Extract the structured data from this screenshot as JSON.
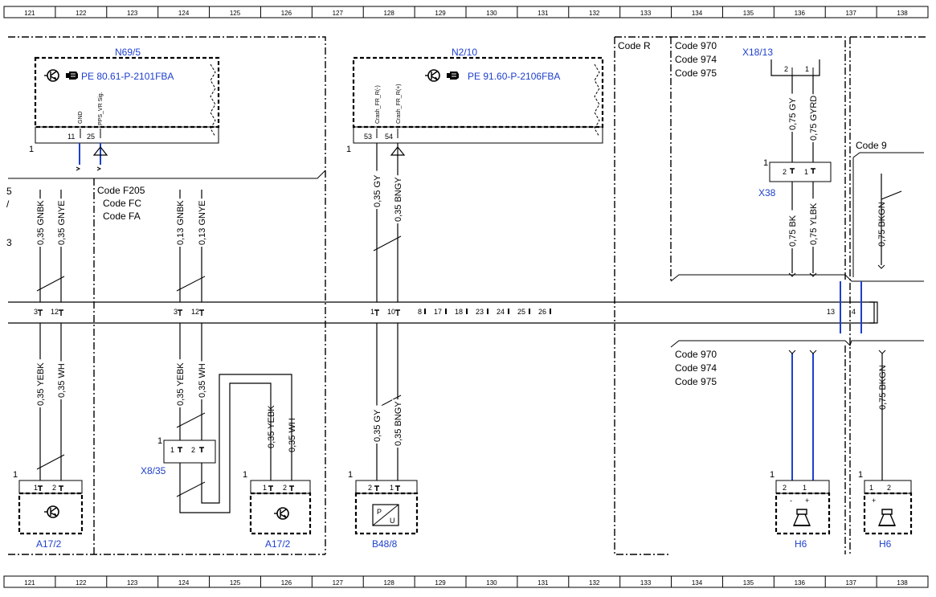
{
  "grid_numbers": [
    "121",
    "122",
    "123",
    "124",
    "125",
    "126",
    "127",
    "128",
    "129",
    "130",
    "131",
    "132",
    "133",
    "134",
    "135",
    "136",
    "137",
    "138"
  ],
  "components": {
    "n69_5": {
      "name": "N69/5",
      "ref": "PE 80.61-P-2101FBA",
      "pins": [
        {
          "num": "11",
          "signal": "GND"
        },
        {
          "num": "25",
          "signal": "PPS_VR Sig."
        }
      ],
      "conn": "1"
    },
    "n2_10": {
      "name": "N2/10",
      "ref": "PE 91.60-P-2106FBA",
      "pins": [
        {
          "num": "53",
          "signal": "Crash_FR_R(-)"
        },
        {
          "num": "54",
          "signal": "Crash_FR_R(+)"
        }
      ],
      "conn": "1"
    },
    "x18_13": {
      "name": "X18/13",
      "pin_a": "2",
      "pin_b": "1"
    },
    "x38": {
      "name": "X38",
      "conn": "1",
      "pin_a": "2",
      "pin_b": "1"
    },
    "x8_35": {
      "name": "X8/35",
      "conn": "1",
      "pin_a": "1",
      "pin_b": "2"
    },
    "a17_2_left": {
      "name": "A17/2",
      "conn": "1",
      "pin_a": "1",
      "pin_b": "2"
    },
    "a17_2_mid": {
      "name": "A17/2",
      "conn": "1",
      "pin_a": "1",
      "pin_b": "2"
    },
    "b48_8": {
      "name": "B48/8",
      "conn": "1",
      "pin_a": "2",
      "pin_b": "1",
      "sym_p": "P",
      "sym_u": "U"
    },
    "h6_a": {
      "name": "H6",
      "conn": "1",
      "pin_a": "2",
      "pin_b": "1",
      "minus": "-",
      "plus": "+"
    },
    "h6_b": {
      "name": "H6",
      "conn": "1",
      "pin_a": "1",
      "pin_b": "2",
      "plus": "+"
    }
  },
  "codes": {
    "f205": [
      "Code F205",
      "Code FC",
      "Code FA"
    ],
    "code_r": "Code R",
    "upper_970": [
      "Code 970",
      "Code 974",
      "Code 975"
    ],
    "lower_970": [
      "Code 970",
      "Code 974",
      "Code 975"
    ],
    "code_9": "Code 9"
  },
  "wires": {
    "w1": "0,35 GNBK",
    "w2": "0,35 GNYE",
    "w3": "0,13 GNBK",
    "w4": "0,13 GNYE",
    "w5": "0,35 GY",
    "w6": "0,35 BNGY",
    "w7": "0,75 GY",
    "w8": "0,75 GYRD",
    "w9": "0,75 BK",
    "w10": "0,75 YLBK",
    "w11": "0,75 BKGN",
    "l1": "0,35 YEBK",
    "l2": "0,35 WH",
    "l3": "0,35 YEBK",
    "l4": "0,35 WH",
    "l5": "0,35 YEBK",
    "l6": "0,35 WH",
    "l7": "0,35 GY",
    "l8": "0,35 BNGY",
    "l9": "0,75 BKGN"
  },
  "bus": {
    "pins": [
      "3",
      "12",
      "3",
      "12",
      "1",
      "10"
    ],
    "spare": [
      "8",
      "17",
      "18",
      "23",
      "24",
      "25",
      "26"
    ],
    "right": [
      "13",
      "4"
    ]
  },
  "edge": {
    "l5": "5",
    "slash": "/",
    "l3": "3"
  }
}
